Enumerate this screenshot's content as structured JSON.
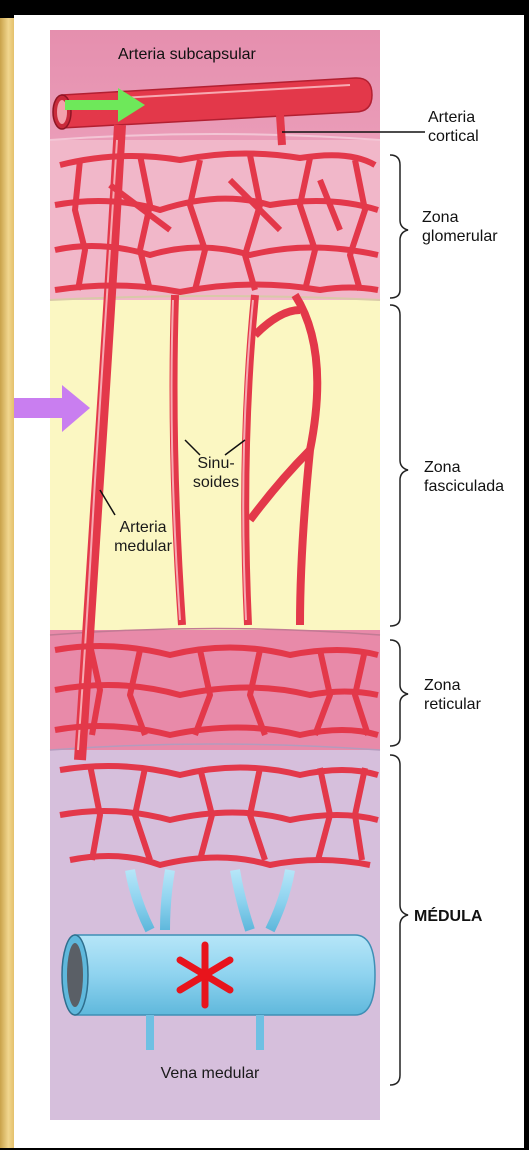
{
  "labels": {
    "arteria_subcapsular": "Arteria subcapsular",
    "arteria_cortical_1": "Arteria",
    "arteria_cortical_2": "cortical",
    "zona_glomerular_1": "Zona",
    "zona_glomerular_2": "glomerular",
    "zona_fasciculada_1": "Zona",
    "zona_fasciculada_2": "fasciculada",
    "zona_reticular_1": "Zona",
    "zona_reticular_2": "reticular",
    "medula": "MÉDULA",
    "sinusoides_1": "Sinu-",
    "sinusoides_2": "soides",
    "arteria_medular_1": "Arteria",
    "arteria_medular_2": "medular",
    "vena_medular": "Vena medular"
  },
  "colors": {
    "capsule": "#e58fae",
    "glomerular": "#f1b7c9",
    "fasciculada": "#fbf7c2",
    "reticular": "#e88aa9",
    "medulla": "#d6bfdc",
    "vessel": "#e3384a",
    "vein": "#8fd3ef",
    "green_arrow": "#6ee85a",
    "purple_arrow": "#c97ef0",
    "asterisk": "#e8141c"
  },
  "markers": {
    "asterisk_symbol": "*"
  }
}
